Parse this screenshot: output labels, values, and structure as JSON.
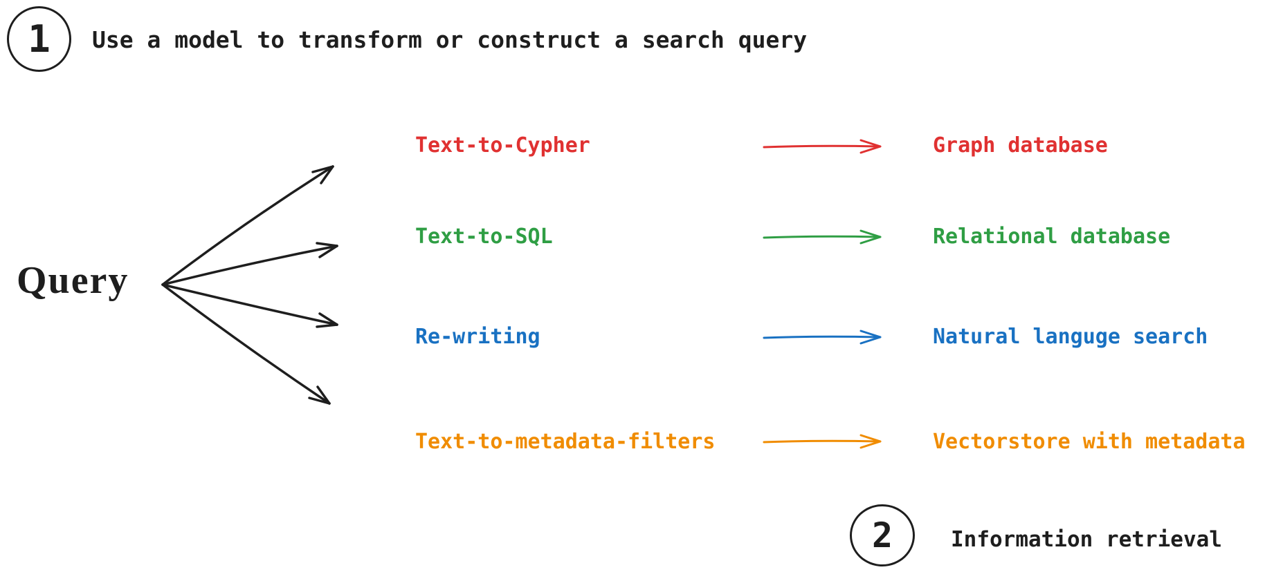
{
  "colors": {
    "ink": "#1e1e1e",
    "background": "#ffffff",
    "red": "#e03131",
    "green": "#2f9e44",
    "blue": "#1971c2",
    "orange": "#f08c00"
  },
  "steps": {
    "one": {
      "number": "1",
      "label": "Use a model to transform or construct a search query"
    },
    "two": {
      "number": "2",
      "label": "Information retrieval"
    }
  },
  "query": {
    "label": "Query"
  },
  "rows": [
    {
      "transform": "Text-to-Cypher",
      "target": "Graph database",
      "color": "#e03131"
    },
    {
      "transform": "Text-to-SQL",
      "target": "Relational database",
      "color": "#2f9e44"
    },
    {
      "transform": "Re-writing",
      "target": "Natural languge search",
      "color": "#1971c2"
    },
    {
      "transform": "Text-to-metadata-filters",
      "target": "Vectorstore with metadata",
      "color": "#f08c00"
    }
  ]
}
